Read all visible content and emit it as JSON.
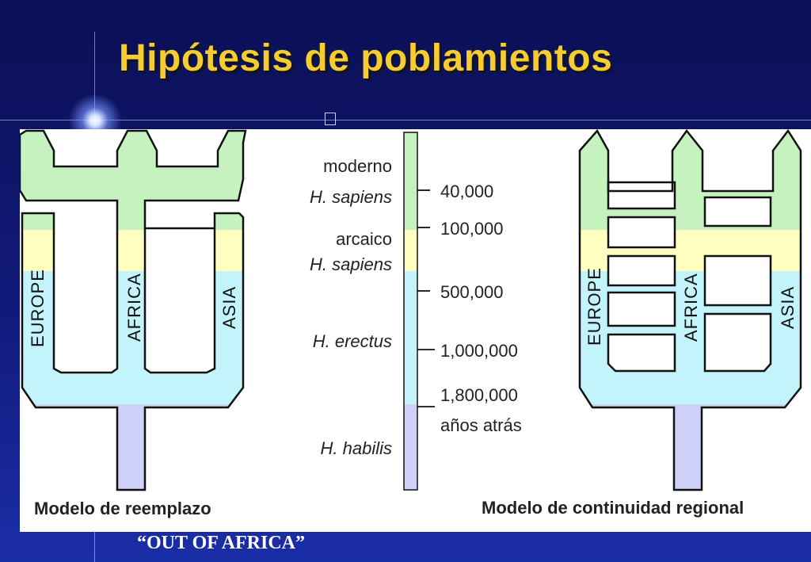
{
  "title": "Hipótesis de poblamientos",
  "caption": {
    "quote_open": "“",
    "text": "OUT OF AFRICA",
    "quote_close": "”"
  },
  "regions": [
    "EUROPE",
    "AFRICA",
    "ASIA"
  ],
  "timeline": {
    "species": [
      {
        "line1": "moderno",
        "line2": "H. sapiens"
      },
      {
        "line1": "arcaico",
        "line2": "H. sapiens"
      },
      {
        "line1": "",
        "line2": "H. erectus"
      },
      {
        "line1": "",
        "line2": "H. habilis"
      }
    ],
    "ticks": [
      "40,000",
      "100,000",
      "500,000",
      "1,000,000",
      "1,800,000"
    ],
    "unit_label": "años atrás"
  },
  "models": {
    "left": "Modelo de reemplazo",
    "right": "Modelo de continuidad regional"
  },
  "colors": {
    "title": "#f6cc2e",
    "modern_sapiens": "#c6f2c0",
    "archaic_sapiens": "#ffffc0",
    "erectus": "#c3f3fb",
    "habilis": "#cfd0f7",
    "background": "#0d1366"
  }
}
